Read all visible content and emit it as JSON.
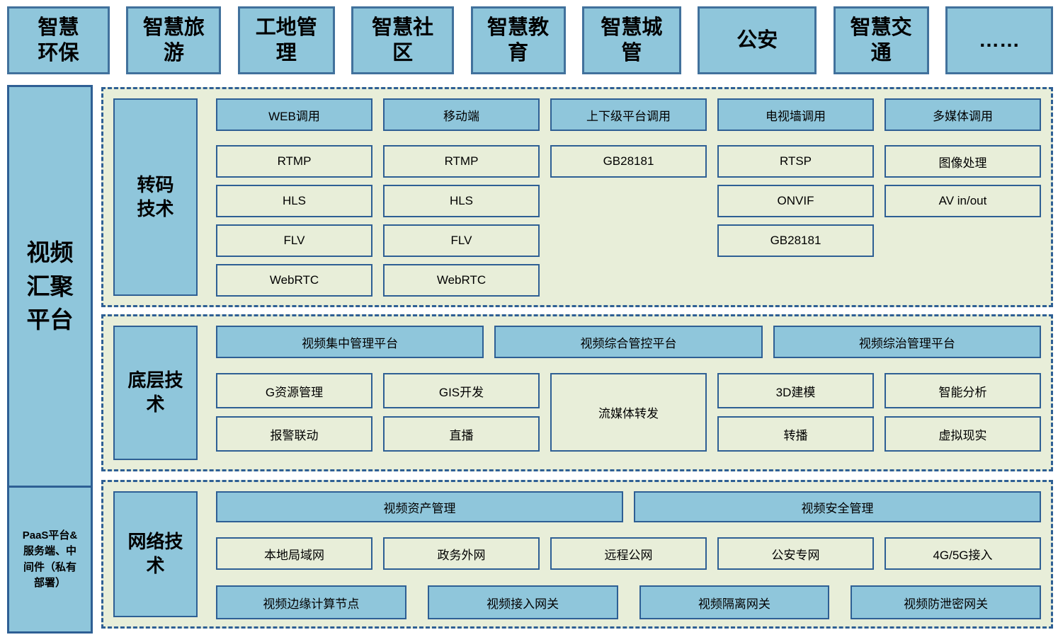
{
  "colors": {
    "box_blue": "#8FC6DB",
    "box_green": "#E8EED9",
    "border_dark": "#2E5F94",
    "border_top_row": "#41719C"
  },
  "top_industries": [
    "智慧\n环保",
    "智慧旅\n游",
    "工地管\n理",
    "智慧社\n区",
    "智慧教\n育",
    "智慧城\n管",
    "公安",
    "智慧交\n通",
    "……"
  ],
  "sidebar": {
    "platform": "视频\n汇聚\n平台",
    "paas": "PaaS平台&\n服务端、中\n间件（私有\n部署）"
  },
  "sections": {
    "transcode": {
      "label": "转码\n技术",
      "columns": [
        {
          "header": "WEB调用",
          "items": [
            "RTMP",
            "HLS",
            "FLV",
            "WebRTC"
          ]
        },
        {
          "header": "移动端",
          "items": [
            "RTMP",
            "HLS",
            "FLV",
            "WebRTC"
          ]
        },
        {
          "header": "上下级平台调用",
          "items": [
            "GB28181"
          ]
        },
        {
          "header": "电视墙调用",
          "items": [
            "RTSP",
            "ONVIF",
            "GB28181"
          ]
        },
        {
          "header": "多媒体调用",
          "items": [
            "图像处理",
            "AV in/out"
          ]
        }
      ]
    },
    "base": {
      "label": "底层技术",
      "headers": [
        "视频集中管理平台",
        "视频综合管控平台",
        "视频综治管理平台"
      ],
      "cells": {
        "row1": [
          "G资源管理",
          "GIS开发",
          "3D建模",
          "智能分析"
        ],
        "tall": "流媒体转发",
        "row2": [
          "报警联动",
          "直播",
          "转播",
          "虚拟现实"
        ]
      }
    },
    "network": {
      "label": "网络技术",
      "headers": [
        "视频资产管理",
        "视频安全管理"
      ],
      "access": [
        "本地局域网",
        "政务外网",
        "远程公网",
        "公安专网",
        "4G/5G接入"
      ],
      "gateways": [
        "视频边缘计算节点",
        "视频接入网关",
        "视频隔离网关",
        "视频防泄密网关"
      ]
    }
  }
}
